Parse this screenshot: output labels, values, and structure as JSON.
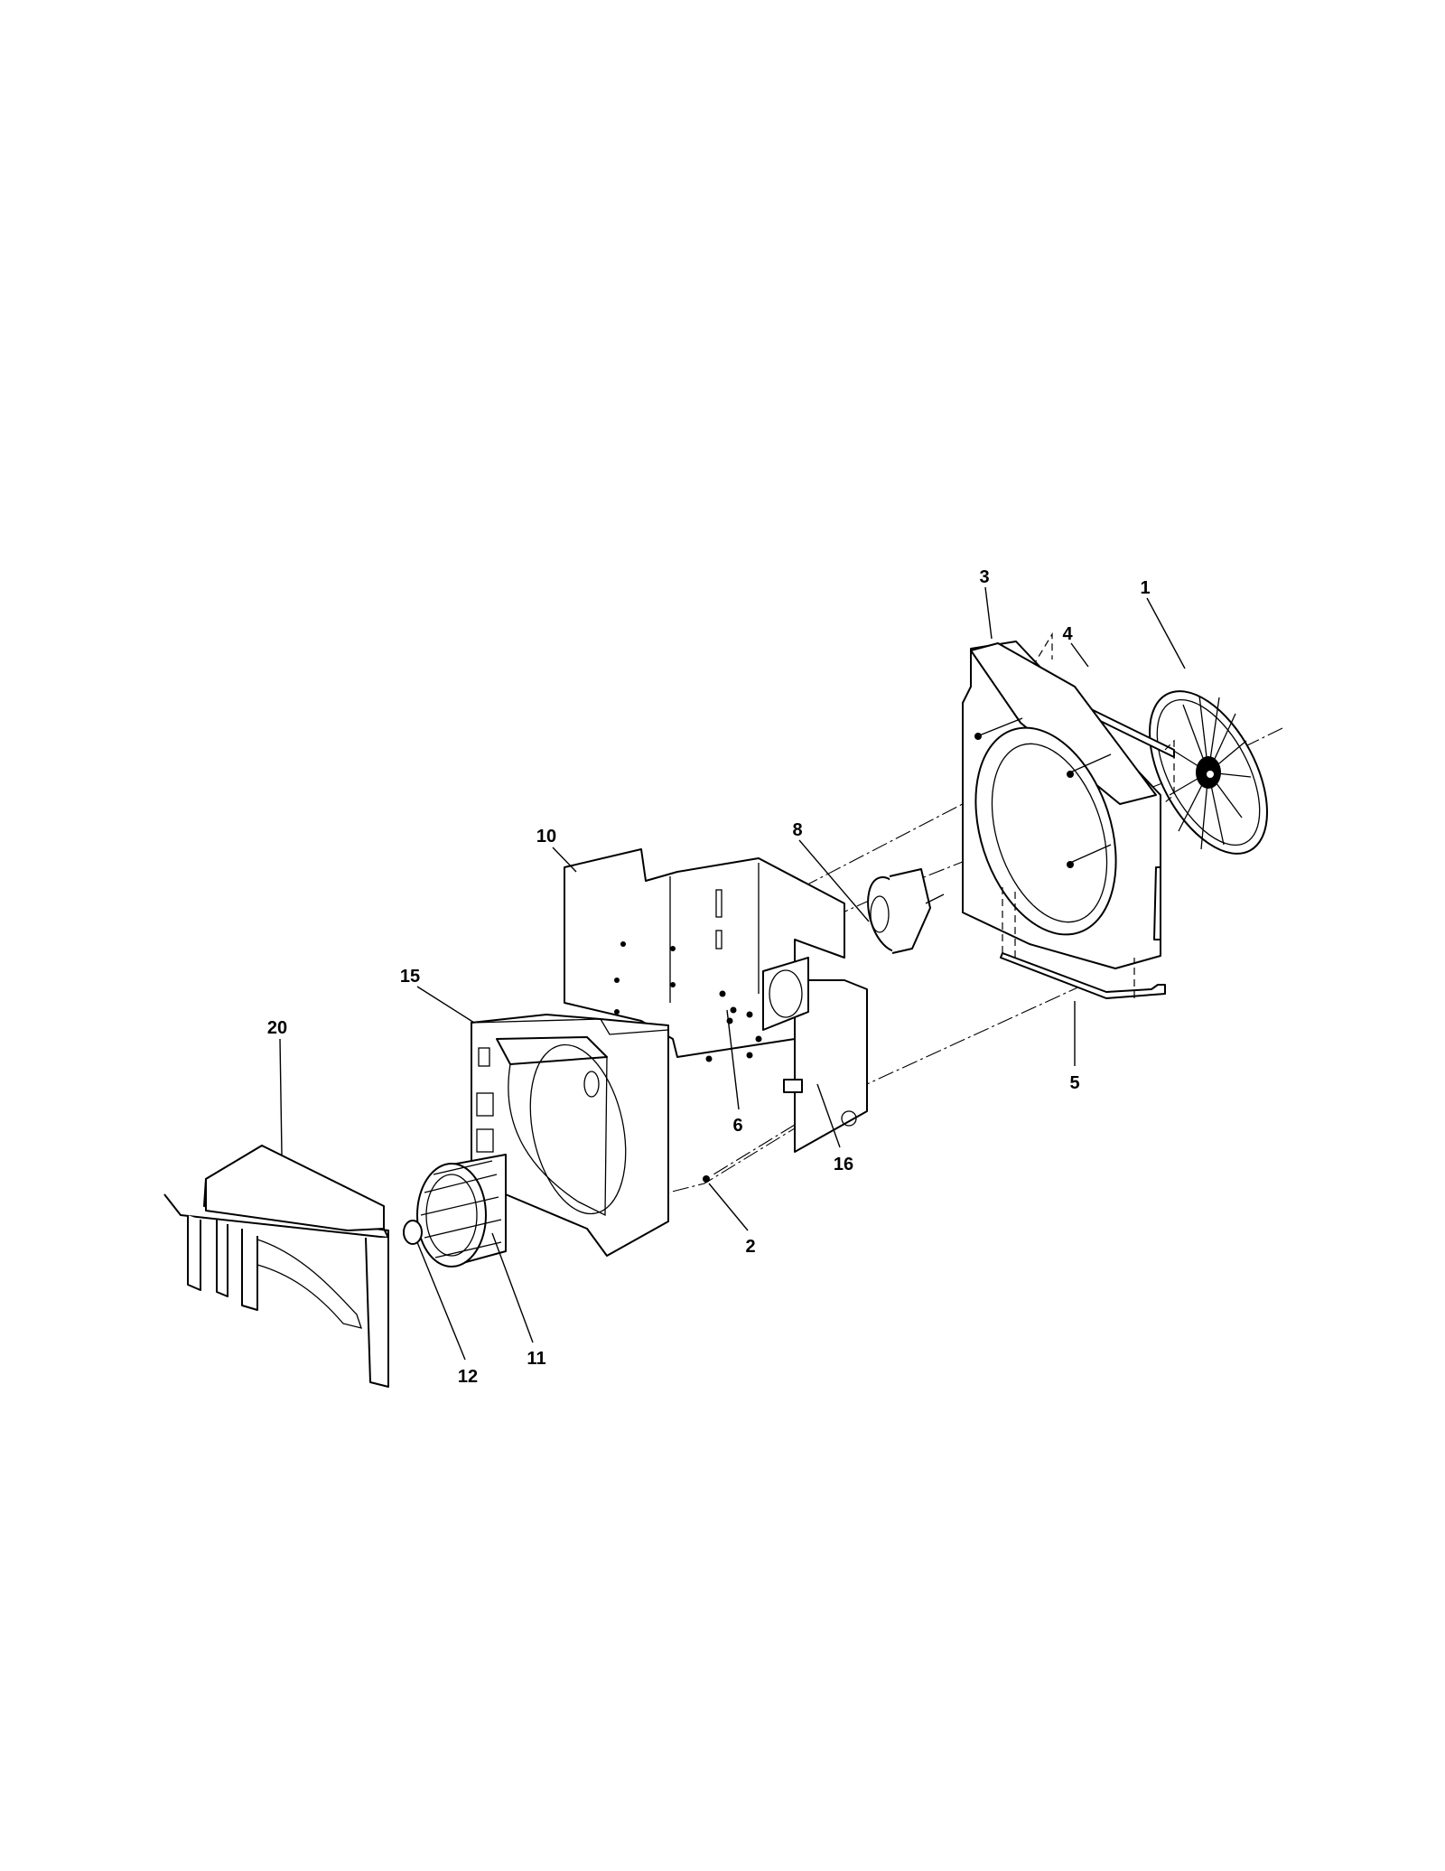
{
  "diagram": {
    "type": "exploded parts diagram",
    "callouts": [
      {
        "id": "c1",
        "label": "1"
      },
      {
        "id": "c2",
        "label": "2"
      },
      {
        "id": "c3",
        "label": "3"
      },
      {
        "id": "c4",
        "label": "4"
      },
      {
        "id": "c5",
        "label": "5"
      },
      {
        "id": "c6",
        "label": "6"
      },
      {
        "id": "c8",
        "label": "8"
      },
      {
        "id": "c10",
        "label": "10"
      },
      {
        "id": "c11",
        "label": "11"
      },
      {
        "id": "c12",
        "label": "12"
      },
      {
        "id": "c15",
        "label": "15"
      },
      {
        "id": "c16",
        "label": "16"
      },
      {
        "id": "c20",
        "label": "20"
      }
    ]
  }
}
